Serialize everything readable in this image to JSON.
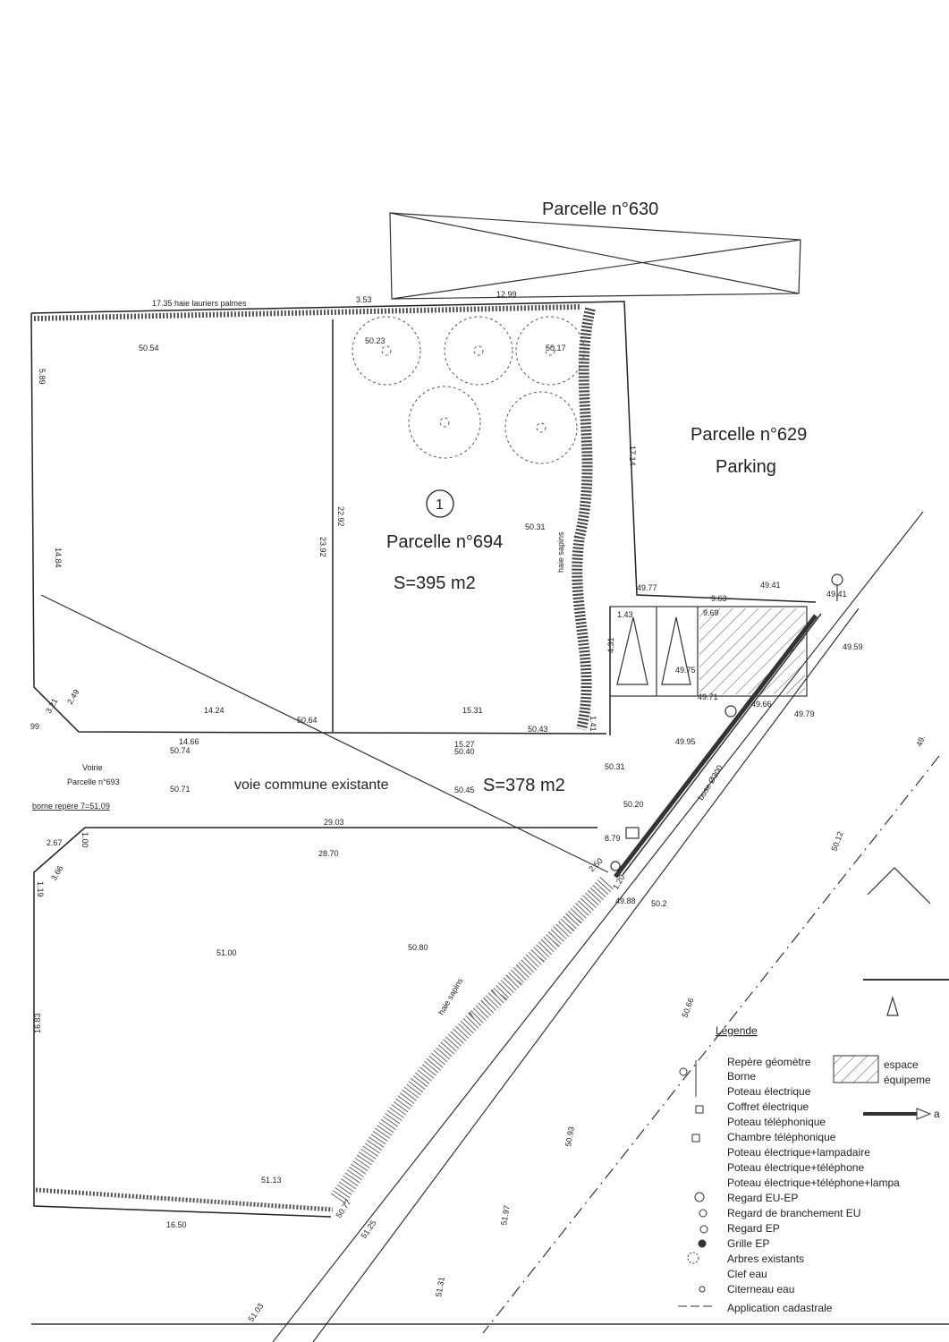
{
  "labels": {
    "parcel_630": "Parcelle n°630",
    "parcel_629": "Parcelle n°629",
    "parking": "Parking",
    "circle_number": "1",
    "parcel_694": "Parcelle n°694",
    "area_694": "S=395 m2",
    "voie": "voie commune existante",
    "area_voie": "S=378 m2",
    "voirie": "Voirie",
    "parcel_693": "Parcelle n°693",
    "borne_repere": "borne repère 7=51.09",
    "hedge_top": "17.35 haie lauriers palmes",
    "hedge_right": "haie sapins",
    "hedge_bottom": "haie sapins",
    "buse": "buse Ø300"
  },
  "measures": {
    "m3_53": "3.53",
    "m12_99": "12.99",
    "m50_54": "50.54",
    "m5_89": "5.89",
    "m14_84": "14.84",
    "m23_92": "23.92",
    "m22_92": "22.92",
    "m17_14": "17.14",
    "m50_23": "50.23",
    "m50_17": "50.17",
    "m50_31a": "50.31",
    "m49_77": "49.77",
    "m9_63": "9.63",
    "m49_41a": "49.41",
    "m49_41b": "49.41",
    "m1_43": "1.43",
    "m4_31": "4.31",
    "m9_69": "9.69",
    "m49_75": "49.75",
    "m49_71": "49.71",
    "m49_59": "49.59",
    "m49_66": "49.66",
    "m49_79": "49.79",
    "m49_95": "49.95",
    "m14_24": "14.24",
    "m50_64": "50.64",
    "m15_31": "15.31",
    "m50_43": "50.43",
    "m1_41": "1.41",
    "m99": "99",
    "m3_21": "3.21",
    "m2_49": "2.49",
    "m50_74": "50.74",
    "m14_66": "14.66",
    "m15_27": "15.27",
    "m50_40": "50.40",
    "m50_31b": "50.31",
    "m50_71": "50.71",
    "m50_45": "50.45",
    "m50_20": "50.20",
    "m29_03": "29.03",
    "m28_70": "28.70",
    "m2_67": "2.67",
    "m1_00": "1.00",
    "m3_66": "3.66",
    "m1_19": "1.19",
    "m8_79": "8.79",
    "m2_50": "2.50",
    "m1_20": "1.20",
    "m49_88": "49.88",
    "m50_2x": "50.2",
    "m51_00": "51.00",
    "m50_80": "50.80",
    "m16_83": "16.83",
    "m51_13": "51.13",
    "m16_50": "16.50",
    "m50_77": "50.77",
    "m51_25": "51.25",
    "m51_97": "51.97",
    "m50_93": "50.93",
    "m51_31": "51.31",
    "m51_03": "51.03",
    "m50_66": "50.66",
    "m50_12": "50.12",
    "m49_x": "49."
  },
  "legend": {
    "title": "Légende",
    "items": [
      "Repère géomètre",
      "Borne",
      "Poteau électrique",
      "Coffret électrique",
      "Poteau téléphonique",
      "Chambre téléphonique",
      "Poteau électrique+lampadaire",
      "Poteau électrique+téléphone",
      "Poteau électrique+téléphone+lampa",
      "Regard EU-EP",
      "Regard de branchement EU",
      "Regard EP",
      "Grille EP",
      "Arbres existants",
      "Clef eau",
      "Citerneau eau",
      "Application cadastrale"
    ],
    "espace_1": "espace",
    "espace_2": "équipeme",
    "arrow_a": "a"
  }
}
